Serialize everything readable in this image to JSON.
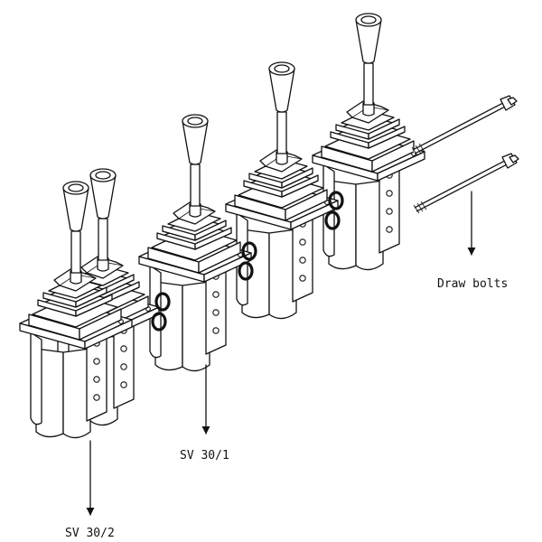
{
  "labels": {
    "draw_bolts": "Draw bolts",
    "sv_30_1": "SV 30/1",
    "sv_30_2": "SV 30/2"
  },
  "colors": {
    "line": "#111111",
    "background": "#ffffff"
  }
}
